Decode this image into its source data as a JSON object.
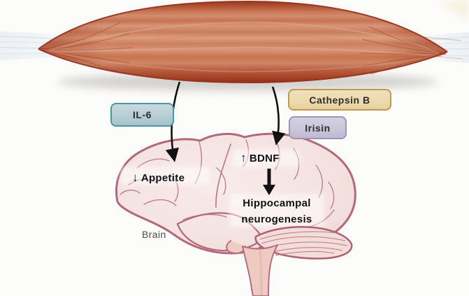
{
  "myokine_boxes": {
    "il6": "IL-6",
    "cathepsin_b": "Cathepsin B",
    "irisin": "Irisin"
  },
  "brain_annotations": {
    "appetite_arrow": "↓",
    "appetite": "Appetite",
    "bdnf_arrow": "↑",
    "bdnf": "BDNF",
    "hippocampal_line1": "Hippocampal",
    "hippocampal_line2": "neurogenesis",
    "organ_caption": "Brain"
  },
  "colors": {
    "background": "#fcfcfb",
    "il6_box_bg": "#b9d0d6",
    "il6_box_border": "#4e95a3",
    "cathepsin_box_bg": "#ecd9ae",
    "cathepsin_box_border": "#c2994e",
    "irisin_box_bg": "#cbc5d9",
    "irisin_box_border": "#9d94b9",
    "muscle_mid": "#c4704f",
    "muscle_edge": "#9c3a21",
    "tendon": "#eef1f4",
    "brain_fill": "#f3e2e1",
    "brain_outline": "#b5687a",
    "annotation_text": "#121212",
    "arrow": "#111111"
  }
}
